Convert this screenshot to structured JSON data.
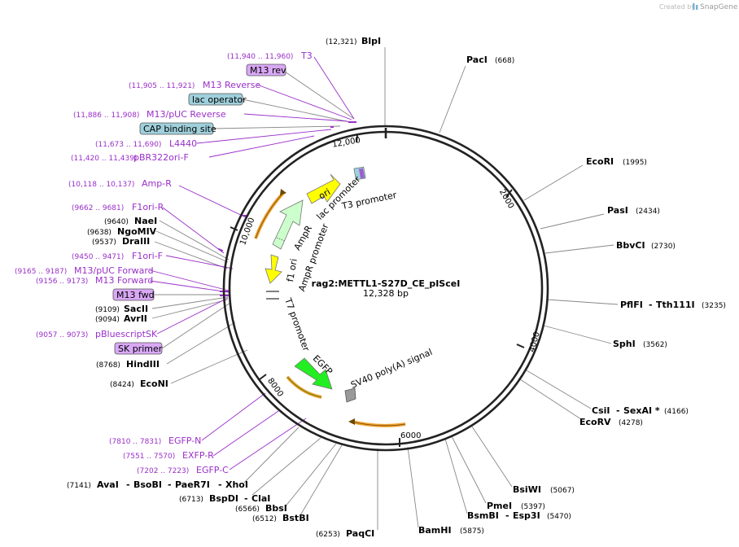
{
  "credit": {
    "created_by": "Created by",
    "brand": "SnapGene",
    "logo_icon": "snapgene-logo-icon"
  },
  "plasmid": {
    "name": "rag2:METTL1-S27D_CE_pISceI",
    "size_label": "12,328 bp"
  },
  "ticks": {
    "t2000": "2000",
    "t4000": "4000",
    "t6000": "6000",
    "t8000": "8000",
    "t10000": "10,000",
    "t12000": "12,000"
  },
  "sites": {
    "blpi": {
      "pos": "(12,321)",
      "name": "BlpI"
    },
    "paci": {
      "name": "PacI",
      "pos": "(668)"
    },
    "ecori": {
      "name": "EcoRI",
      "pos": "(1995)"
    },
    "pasi": {
      "name": "PasI",
      "pos": "(2434)"
    },
    "bbvci": {
      "name": "BbvCI",
      "pos": "(2730)"
    },
    "pflfi": {
      "name": "PflFI",
      "sep": "-",
      "name2": "Tth111I",
      "pos": "(3235)"
    },
    "sphi": {
      "name": "SphI",
      "pos": "(3562)"
    },
    "csii": {
      "name": "CsiI",
      "sep": "-",
      "name2": "SexAI *",
      "pos": "(4166)"
    },
    "ecorv": {
      "name": "EcoRV",
      "pos": "(4278)"
    },
    "bsiwi": {
      "name": "BsiWI",
      "pos": "(5067)"
    },
    "pmei": {
      "name": "PmeI",
      "pos": "(5397)"
    },
    "bsmbi": {
      "name": "BsmBI",
      "sep": "-",
      "name2": "Esp3I",
      "pos": "(5470)"
    },
    "bamhi": {
      "name": "BamHI",
      "pos": "(5875)"
    },
    "paqci": {
      "pos": "(6253)",
      "name": "PaqCI"
    },
    "bstbi": {
      "pos": "(6512)",
      "name": "BstBI"
    },
    "bbsi": {
      "pos": "(6566)",
      "name": "BbsI"
    },
    "bspdi": {
      "pos": "(6713)",
      "name": "BspDI",
      "sep": "-",
      "name2": "ClaI"
    },
    "avai": {
      "pos": "(7141)",
      "name": "AvaI",
      "sep1": "-",
      "name2": "BsoBI",
      "sep2": "-",
      "name3": "PaeR7I",
      "sep3": "-",
      "name4": "XhoI"
    },
    "econi": {
      "pos": "(8424)",
      "name": "EcoNI"
    },
    "hindiii": {
      "pos": "(8768)",
      "name": "HindIII"
    },
    "avrii": {
      "pos": "(9094)",
      "name": "AvrII"
    },
    "saci": {
      "pos": "(9109)",
      "name": "SacII"
    },
    "draiii": {
      "pos": "(9537)",
      "name": "DraIII"
    },
    "ngomiv": {
      "pos": "(9638)",
      "name": "NgoMIV"
    },
    "naei": {
      "pos": "(9640)",
      "name": "NaeI"
    }
  },
  "primers": {
    "t3": {
      "pos": "(11,940 .. 11,960)",
      "name": "T3"
    },
    "m13rev_box": "M13 rev",
    "m13reverse": {
      "pos": "(11,905 .. 11,921)",
      "name": "M13 Reverse"
    },
    "lacop_box": "lac operator",
    "m13puc_rev": {
      "pos": "(11,886 .. 11,908)",
      "name": "M13/pUC Reverse"
    },
    "cap_box": "CAP binding site",
    "l4440": {
      "pos": "(11,673 .. 11,690)",
      "name": "L4440"
    },
    "pbr322": {
      "pos": "(11,420 .. 11,439)",
      "name": "pBR322ori-F"
    },
    "ampr": {
      "pos": "(10,118 .. 10,137)",
      "name": "Amp-R"
    },
    "f1ori_r": {
      "pos": "(9662 .. 9681)",
      "name": "F1ori-R"
    },
    "f1ori_f": {
      "pos": "(9450 .. 9471)",
      "name": "F1ori-F"
    },
    "m13puc_fwd": {
      "pos": "(9165 .. 9187)",
      "name": "M13/pUC Forward"
    },
    "m13forward": {
      "pos": "(9156 .. 9173)",
      "name": "M13 Forward"
    },
    "m13fwd_box": "M13 fwd",
    "pbluescript": {
      "pos": "(9057 .. 9073)",
      "name": "pBluescriptSK"
    },
    "sk_box": "SK primer",
    "egfp_n": {
      "pos": "(7810 .. 7831)",
      "name": "EGFP-N"
    },
    "exfp_r": {
      "pos": "(7551 .. 7570)",
      "name": "EXFP-R"
    },
    "egfp_c": {
      "pos": "(7202 .. 7223)",
      "name": "EGFP-C"
    }
  },
  "features": {
    "ori": "ori",
    "lac_promoter": "lac promoter",
    "t3_promoter": "T3 promoter",
    "ampr": "AmpR",
    "ampr_promoter": "AmpR promoter",
    "f1_ori": "f1 ori",
    "t7_promoter": "T7 promoter",
    "egfp": "EGFP",
    "sv40": "SV40 poly(A) signal"
  },
  "colors": {
    "backbone": "#222222",
    "site_line": "#888888",
    "primer": "#9a2fc9",
    "primer_box_fill": "#d9a8f5",
    "regulatory_box_fill": "#9fd0dc",
    "ori_fill": "#ffff00",
    "ampr_fill": "#ccffcc",
    "egfp_fill": "#22ee22",
    "orf_arc": "#f0a030",
    "polya_fill": "#999999"
  }
}
